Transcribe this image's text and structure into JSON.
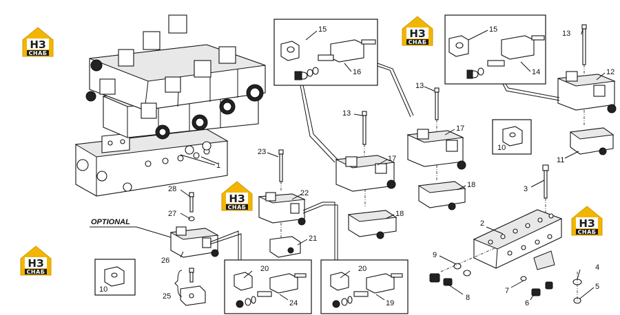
{
  "diagram": {
    "optional_label": "OPTIONAL",
    "logo": {
      "top_text": "НЗ",
      "bottom_text": "СНАБ",
      "color": "#f2b600"
    },
    "callouts": {
      "c1": "1",
      "c2": "2",
      "c3": "3",
      "c4": "4",
      "c5": "5",
      "c6": "6",
      "c7": "7",
      "c8": "8",
      "c9": "9",
      "c10a": "10",
      "c10b": "10",
      "c11": "11",
      "c12": "12",
      "c13a": "13",
      "c13b": "13",
      "c13c": "13",
      "c14": "14",
      "c15a": "15",
      "c15b": "15",
      "c16": "16",
      "c17a": "17",
      "c17b": "17",
      "c18a": "18",
      "c18b": "18",
      "c19": "19",
      "c20a": "20",
      "c20b": "20",
      "c21": "21",
      "c22": "22",
      "c23": "23",
      "c24": "24",
      "c25": "25",
      "c26": "26",
      "c27": "27",
      "c28": "28"
    }
  }
}
